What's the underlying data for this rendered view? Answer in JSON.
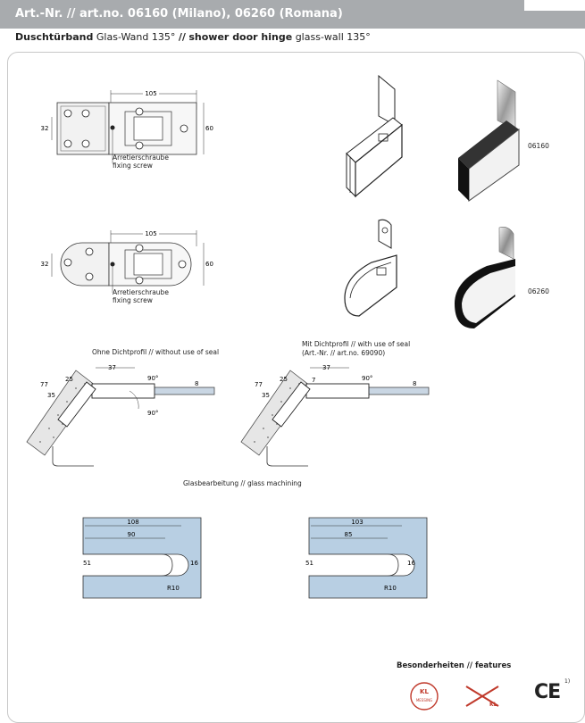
{
  "header": {
    "title": "Art.-Nr. // art.no. 06160 (Milano), 06260 (Romana)",
    "subtitle_bold_de": "Duschtürband",
    "subtitle_de": "Glas-Wand 135°",
    "subtitle_sep": "//",
    "subtitle_bold_en": "shower door hinge",
    "subtitle_en": "glass-wall 135°"
  },
  "drawings": {
    "dim_width": "105",
    "dim_height_left": "32",
    "dim_height_right": "60",
    "screw_label_de": "Arretierschraube",
    "screw_label_en": "fixing screw"
  },
  "products": {
    "art_milano": "06160",
    "art_romana": "06260"
  },
  "sections": {
    "without_seal": "Ohne Dichtprofil // without use of seal",
    "with_seal_line1": "Mit Dichtprofil // with use of seal",
    "with_seal_line2": "(Art.-Nr. // art.no. 69090)",
    "angle_90": "90°",
    "dim_37": "37",
    "dim_77": "77",
    "dim_25": "25",
    "dim_35": "35",
    "dim_8": "8",
    "dim_7": "7",
    "glass_machining": "Glasbearbeitung // glass machining"
  },
  "machining": {
    "left": {
      "outer": "108",
      "inner": "90",
      "height": "51",
      "gap": "16",
      "radius": "R10"
    },
    "right": {
      "outer": "103",
      "inner": "85",
      "height": "51",
      "gap": "16",
      "radius": "R10"
    }
  },
  "features": {
    "heading": "Besonderheiten // features",
    "footnote": "1)",
    "ce": "CE",
    "badge1_text": "KL",
    "badge1_sub": "MESSING",
    "badge2_text": "KL"
  }
}
